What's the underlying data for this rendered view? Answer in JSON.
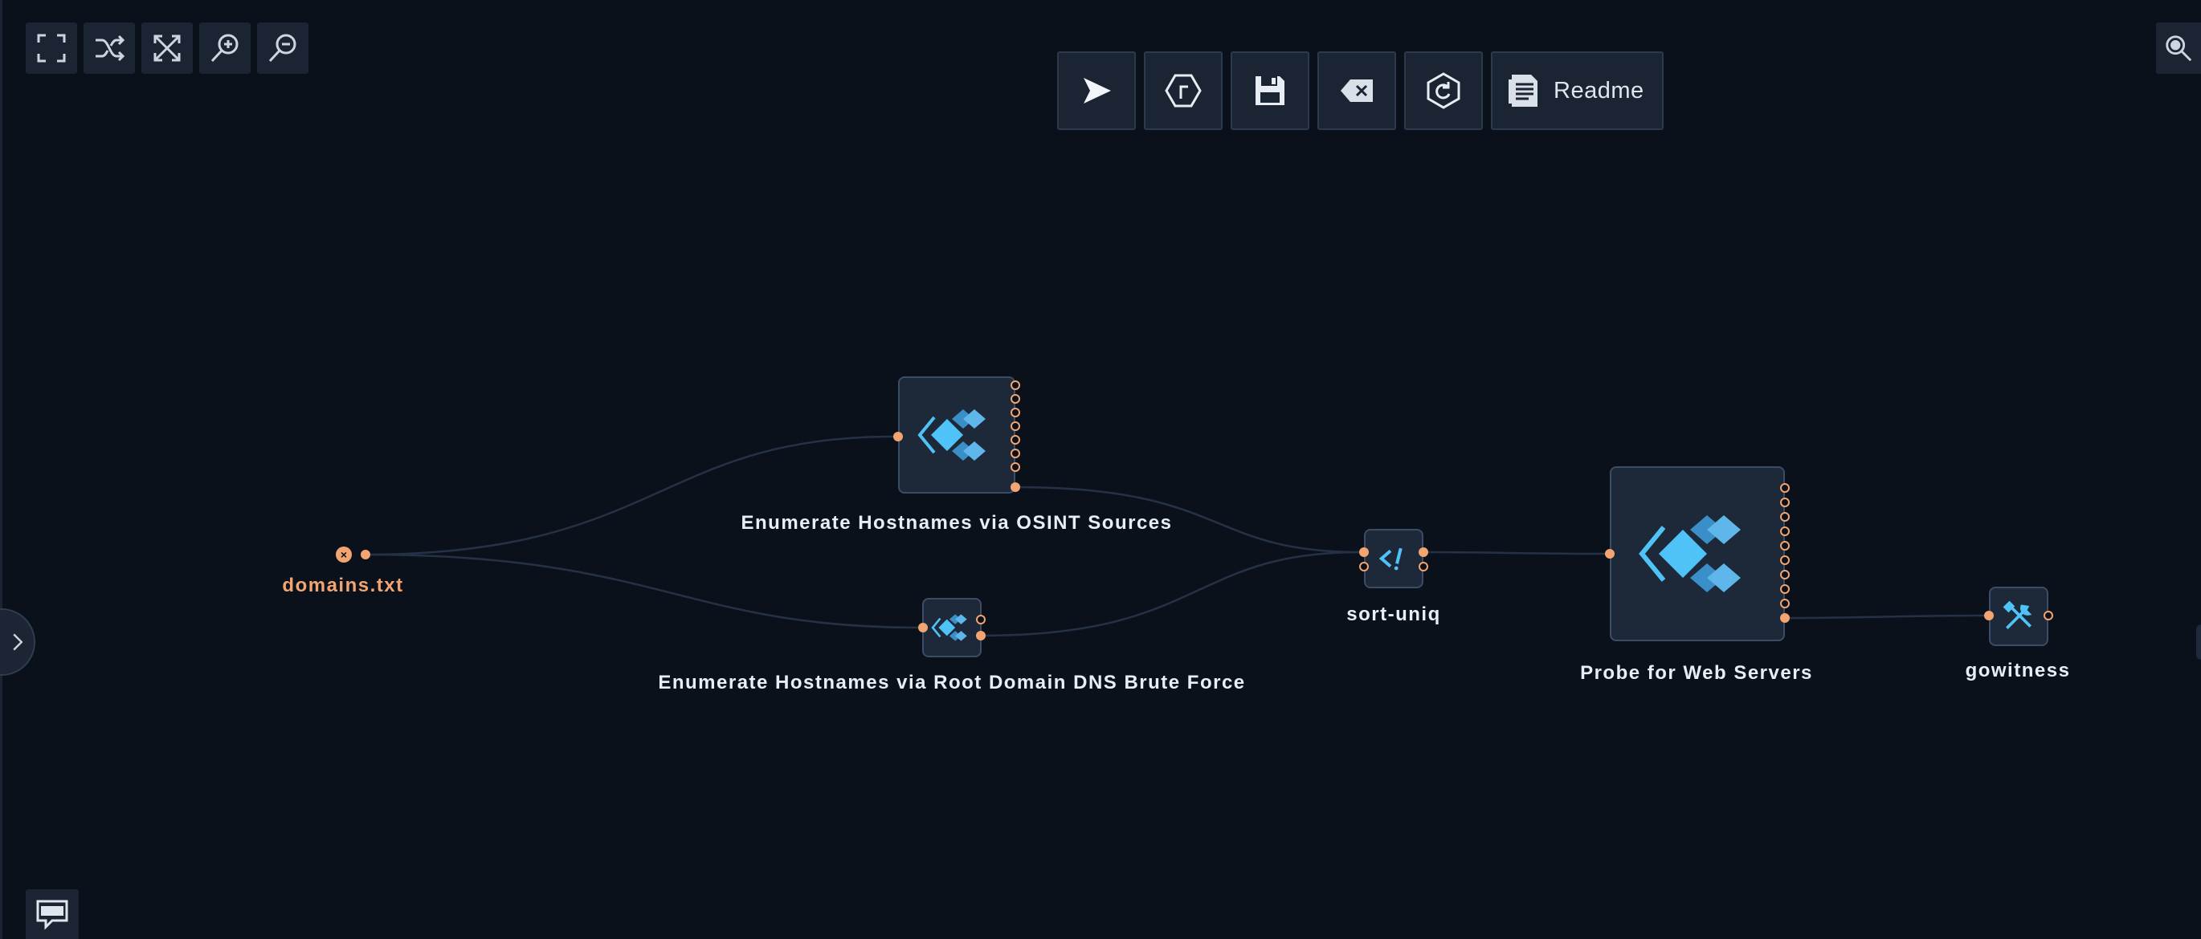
{
  "canvas_controls": [
    {
      "icon": "fullscreen-icon"
    },
    {
      "icon": "shuffle-icon"
    },
    {
      "icon": "fit-view-icon"
    },
    {
      "icon": "zoom-in-icon"
    },
    {
      "icon": "zoom-out-icon"
    }
  ],
  "toolbar": {
    "run_icon": "play-icon",
    "node_icon": "hexagon-icon",
    "save_icon": "save-icon",
    "clear_icon": "backspace-icon",
    "reset_icon": "hexagon-reset-icon",
    "readme_label": "Readme",
    "readme_icon": "document-icon"
  },
  "search_icon": "search-icon",
  "chat_icon": "chat-icon",
  "colors": {
    "background": "#0b111b",
    "node_fill": "#1d2838",
    "node_border": "#3b4d66",
    "port": "#f2a570",
    "accent_blue": "#4fc3f7"
  },
  "graph": {
    "input": {
      "label": "domains.txt",
      "icon": "close-icon",
      "icon_glyph": "×"
    },
    "nodes": {
      "osint": {
        "label": "Enumerate Hostnames via OSINT Sources",
        "icon": "workflow-icon"
      },
      "brute": {
        "label": "Enumerate Hostnames via Root Domain DNS Brute Force",
        "icon": "workflow-icon"
      },
      "sort": {
        "label": "sort-uniq",
        "icon": "code-icon"
      },
      "probe": {
        "label": "Probe for Web Servers",
        "icon": "workflow-icon"
      },
      "gowitness": {
        "label": "gowitness",
        "icon": "tools-icon"
      }
    }
  }
}
